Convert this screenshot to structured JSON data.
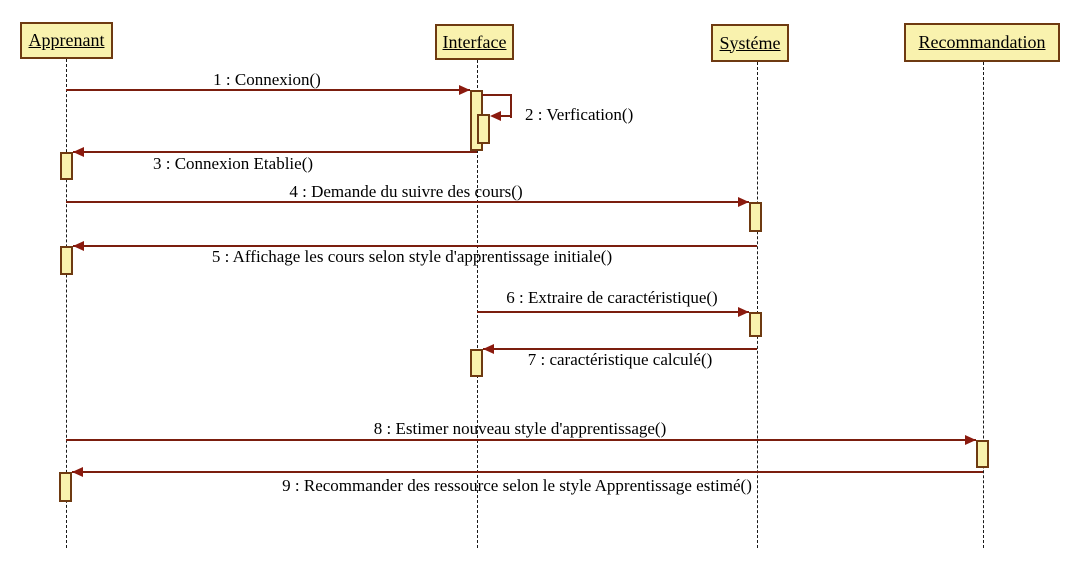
{
  "diagram": {
    "kind": "UML sequence diagram",
    "actors": [
      {
        "name": "Apprenant"
      },
      {
        "name": "Interface"
      },
      {
        "name": "Systéme"
      },
      {
        "name": "Recommandation"
      }
    ],
    "messages": [
      {
        "label": "1 : Connexion()",
        "from": "Apprenant",
        "to": "Interface",
        "type": "call"
      },
      {
        "label": "2 : Verfication()",
        "from": "Interface",
        "to": "Interface",
        "type": "self-call"
      },
      {
        "label": "3 : Connexion Etablie()",
        "from": "Interface",
        "to": "Apprenant",
        "type": "return"
      },
      {
        "label": "4 : Demande du suivre des cours()",
        "from": "Apprenant",
        "to": "Systéme",
        "type": "call"
      },
      {
        "label": "5 : Affichage les cours selon style d'apprentissage initiale()",
        "from": "Systéme",
        "to": "Apprenant",
        "type": "return"
      },
      {
        "label": "6 : Extraire de caractéristique()",
        "from": "Interface",
        "to": "Systéme",
        "type": "call"
      },
      {
        "label": "7 : caractéristique calculé()",
        "from": "Systéme",
        "to": "Interface",
        "type": "return"
      },
      {
        "label": "8 : Estimer nouveau style d'apprentissage()",
        "from": "Apprenant",
        "to": "Recommandation",
        "type": "call"
      },
      {
        "label": "9 : Recommander des ressource selon le style Apprentissage estimé()",
        "from": "Recommandation",
        "to": "Apprenant",
        "type": "return"
      }
    ],
    "colors": {
      "box_fill": "#f9f2ae",
      "box_border": "#6e3a11",
      "line": "#7b1e0e",
      "arrow": "#8b1a0e",
      "lifeline": "#1a1a1a",
      "text": "#000000",
      "background": "#ffffff"
    }
  }
}
